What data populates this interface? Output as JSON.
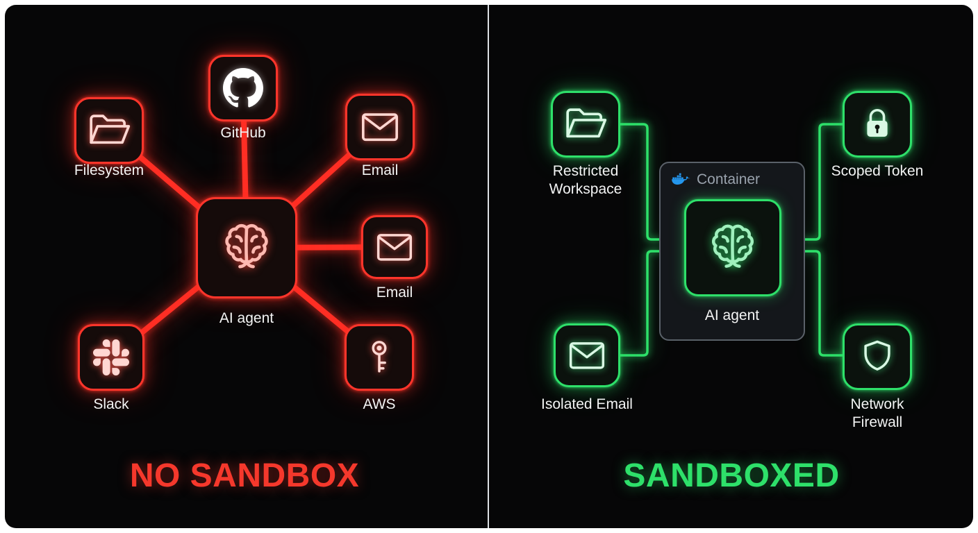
{
  "left_panel": {
    "title": "NO SANDBOX",
    "accent_color": "#ff352b",
    "agent": {
      "label": "AI agent",
      "icon": "brain-icon"
    },
    "nodes": [
      {
        "label": "Filesystem",
        "icon": "folder-icon"
      },
      {
        "label": "GitHub",
        "icon": "github-icon"
      },
      {
        "label": "Email",
        "icon": "envelope-icon"
      },
      {
        "label": "Email",
        "icon": "envelope-icon"
      },
      {
        "label": "AWS",
        "icon": "key-icon"
      },
      {
        "label": "Slack",
        "icon": "slack-icon"
      }
    ]
  },
  "right_panel": {
    "title": "SANDBOXED",
    "accent_color": "#2ee06a",
    "container": {
      "label": "Container",
      "icon": "docker-icon",
      "docker_blue": "#2496ed"
    },
    "agent": {
      "label": "AI agent",
      "icon": "brain-icon"
    },
    "nodes": [
      {
        "label": "Restricted Workspace",
        "icon": "folder-icon"
      },
      {
        "label": "Scoped Token",
        "icon": "lock-icon"
      },
      {
        "label": "Isolated Email",
        "icon": "envelope-icon"
      },
      {
        "label": "Network Firewall",
        "icon": "shield-icon"
      }
    ]
  }
}
